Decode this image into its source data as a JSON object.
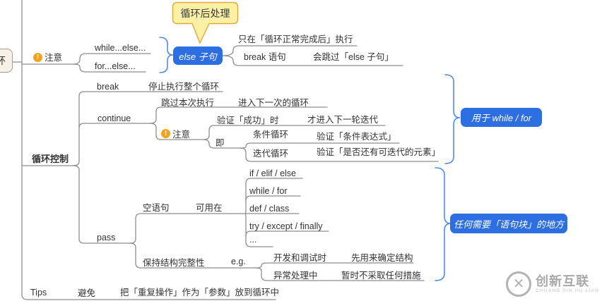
{
  "colors": {
    "node_blue": "#2D6EE2",
    "brace_blue": "#4D8CF5",
    "line_gray": "#8E8E8E",
    "callout_fill": "#FBF0A3",
    "callout_border": "#DFA93E",
    "warn_orange": "#F5A21B",
    "root_fill": "#F8F1E8"
  },
  "icons": {
    "warning": "!",
    "watermark_x": "✕"
  },
  "root_partial": {
    "label": "环"
  },
  "callout": {
    "label": "循环后处理"
  },
  "notice_top": {
    "label": "注意",
    "children": [
      {
        "label": "while...else..."
      },
      {
        "label": "for...else..."
      }
    ]
  },
  "else_clause": {
    "label": "else 子句",
    "only_when": {
      "label": "只在「循环正常完成后」执行"
    },
    "break_stmt": {
      "label": "break 语句",
      "child": {
        "label": "会跳过「else 子句」"
      }
    }
  },
  "loop_control": {
    "label": "循环控制",
    "break": {
      "label": "break",
      "child": {
        "label": "停止执行整个循环"
      }
    },
    "continue": {
      "label": "continue",
      "skip": {
        "label": "跳过本次执行",
        "child": {
          "label": "进入下一次的循环"
        }
      },
      "notice": {
        "label": "注意",
        "verify": {
          "label": "验证「成功」时",
          "child": {
            "label": "才进入下一轮迭代"
          }
        },
        "that_is": {
          "label": "即",
          "cond": {
            "label": "条件循环",
            "child": {
              "label": "验证「条件表达式」"
            }
          },
          "iter": {
            "label": "迭代循环",
            "child": {
              "label": "验证「是否还有可迭代的元素」"
            }
          }
        }
      },
      "note": {
        "label": "用于 while / for"
      }
    },
    "pass": {
      "label": "pass",
      "empty": {
        "label": "空语句",
        "usable": {
          "label": "可用在",
          "items": [
            {
              "label": "if / elif / else"
            },
            {
              "label": "while / for"
            },
            {
              "label": "def / class"
            },
            {
              "label": "try / except / finally"
            },
            {
              "label": "..."
            }
          ]
        }
      },
      "keep": {
        "label": "保持结构完整性",
        "eg": {
          "label": "e.g.",
          "cases": [
            {
              "label": "开发和调试时",
              "child": {
                "label": "先用来确定结构"
              }
            },
            {
              "label": "异常处理中",
              "child": {
                "label": "暂时不采取任何措施"
              }
            }
          ]
        }
      },
      "note": {
        "label": "任何需要「语句块」的地方"
      }
    }
  },
  "tips": {
    "label": "Tips",
    "avoid": {
      "label": "避免",
      "child": {
        "label": "把「重复操作」作为「参数」放到循环中"
      }
    }
  },
  "watermark": {
    "name": "创新互联",
    "sub": "CHUANG XIN HU LIAN"
  }
}
